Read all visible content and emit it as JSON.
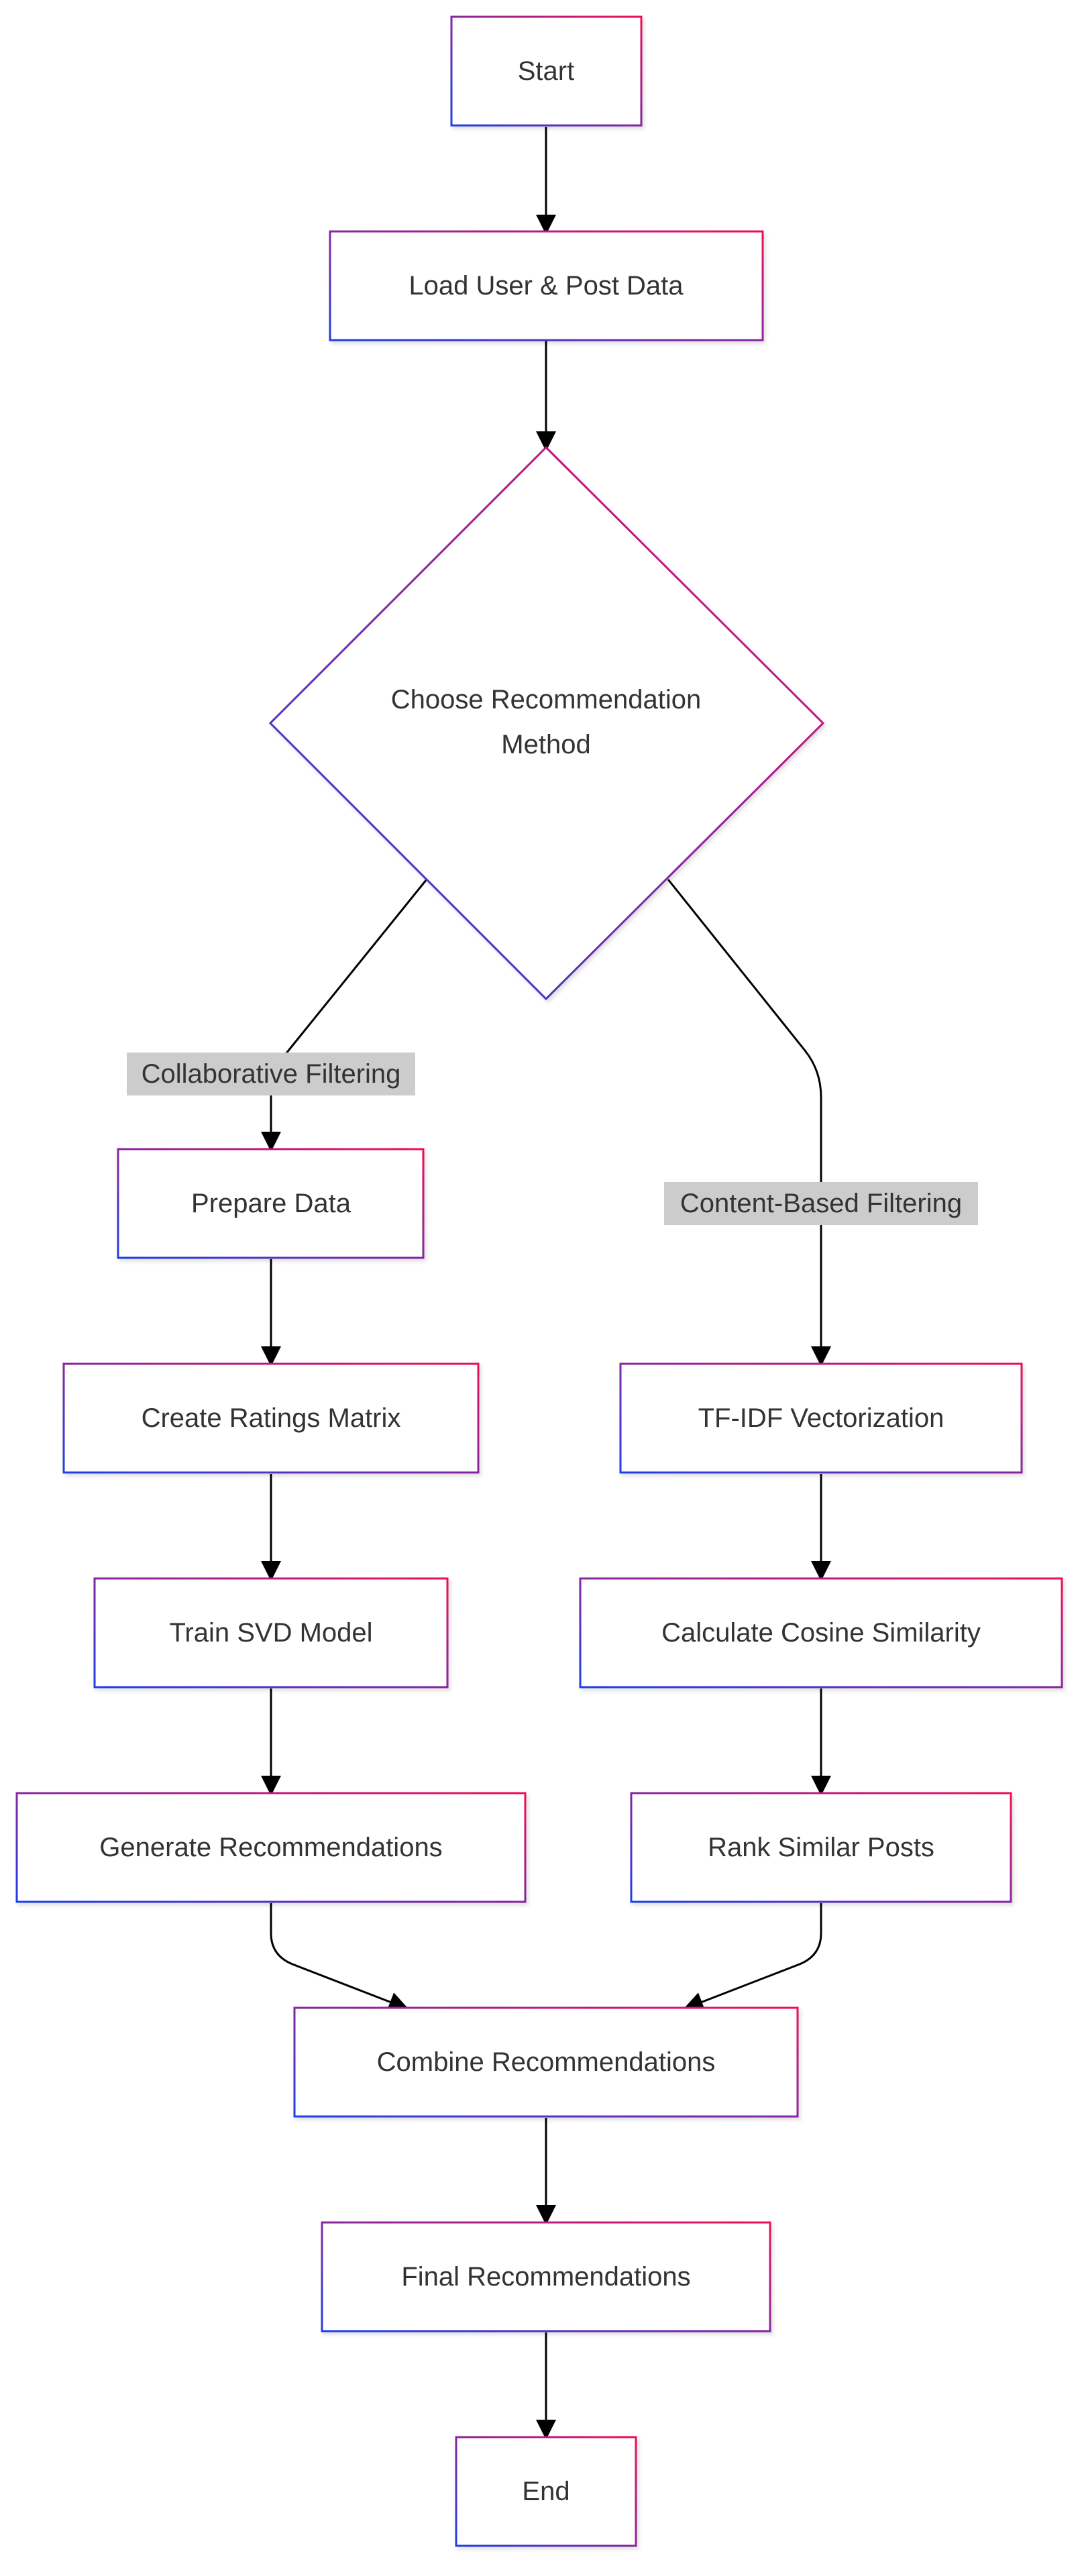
{
  "colors": {
    "gradient_start": "#1f3fe8",
    "gradient_end": "#ef0f5a",
    "edge": "#000000",
    "text": "#333333",
    "edge_label_bg": "#cccccc",
    "background": "#ffffff"
  },
  "nodes": {
    "start": "Start",
    "load_data": "Load User & Post Data",
    "choose_method_line1": "Choose Recommendation",
    "choose_method_line2": "Method",
    "prepare_data": "Prepare Data",
    "create_ratings_matrix": "Create Ratings Matrix",
    "train_svd_model": "Train SVD Model",
    "generate_recommendations": "Generate Recommendations",
    "tfidf_vectorization": "TF-IDF Vectorization",
    "calculate_cosine_similarity": "Calculate Cosine Similarity",
    "rank_similar_posts": "Rank Similar Posts",
    "combine_recommendations": "Combine Recommendations",
    "final_recommendations": "Final Recommendations",
    "end": "End"
  },
  "edge_labels": {
    "collaborative_filtering": "Collaborative Filtering",
    "content_based_filtering": "Content-Based Filtering"
  }
}
